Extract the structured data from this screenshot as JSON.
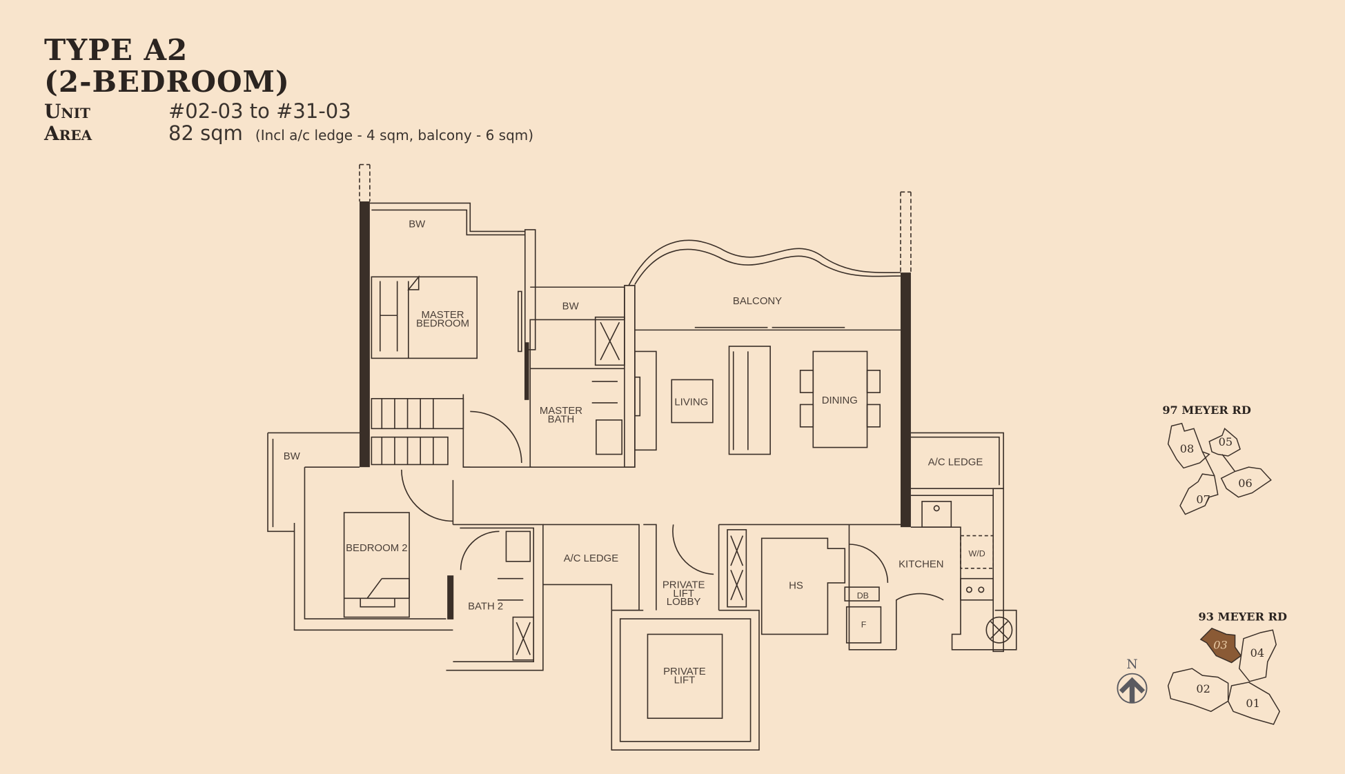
{
  "header": {
    "type_line": "TYPE A2",
    "bedroom_line": "(2-BEDROOM)",
    "unit_label": "Unit",
    "unit_value": "#02-03 to #31-03",
    "area_label": "Area",
    "area_value": "82 sqm",
    "area_note": "(Incl a/c ledge - 4 sqm, balcony - 6 sqm)"
  },
  "rooms": {
    "bw_master": "BW",
    "master_bedroom_1": "MASTER",
    "master_bedroom_2": "BEDROOM",
    "bw_bath": "BW",
    "balcony": "BALCONY",
    "master_bath_1": "MASTER",
    "master_bath_2": "BATH",
    "living": "LIVING",
    "dining": "DINING",
    "bw_bedroom2": "BW",
    "ac_ledge_right": "A/C LEDGE",
    "bedroom2": "BEDROOM 2",
    "bath2": "BATH 2",
    "ac_ledge_mid": "A/C LEDGE",
    "lift_lobby_1": "PRIVATE",
    "lift_lobby_2": "LIFT",
    "lift_lobby_3": "LOBBY",
    "private_lift_1": "PRIVATE",
    "private_lift_2": "LIFT",
    "hs": "HS",
    "db": "DB",
    "f": "F",
    "kitchen": "KITCHEN",
    "wd": "W/D"
  },
  "key_plan": {
    "block_97": "97 MEYER RD",
    "block_97_units": [
      "08",
      "05",
      "07",
      "06"
    ],
    "block_93": "93 MEYER RD",
    "block_93_units": [
      "03",
      "04",
      "02",
      "01"
    ],
    "highlighted_unit": "03",
    "north_label": "N",
    "highlight_color": "#8a5a35"
  }
}
